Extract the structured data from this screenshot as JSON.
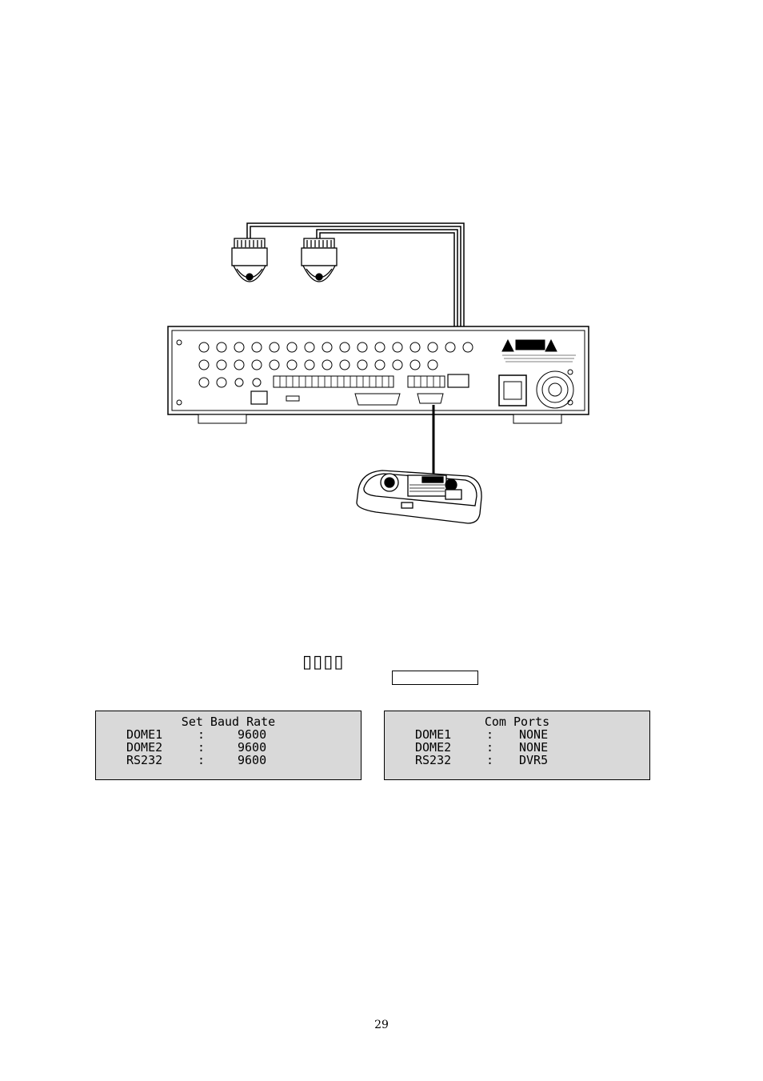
{
  "heading": "▯▯▯▯",
  "baud_panel": {
    "title": "Set Baud Rate",
    "rows": [
      {
        "port": "DOME1",
        "sep": ":",
        "value": "9600"
      },
      {
        "port": "DOME2",
        "sep": ":",
        "value": "9600"
      },
      {
        "port": "RS232",
        "sep": ":",
        "value": "9600"
      }
    ]
  },
  "com_panel": {
    "title": "Com Ports",
    "rows": [
      {
        "port": "DOME1",
        "sep": ":",
        "value": "NONE"
      },
      {
        "port": "DOME2",
        "sep": ":",
        "value": "NONE"
      },
      {
        "port": "RS232",
        "sep": ":",
        "value": "DVR5"
      }
    ]
  },
  "page_number": "29"
}
